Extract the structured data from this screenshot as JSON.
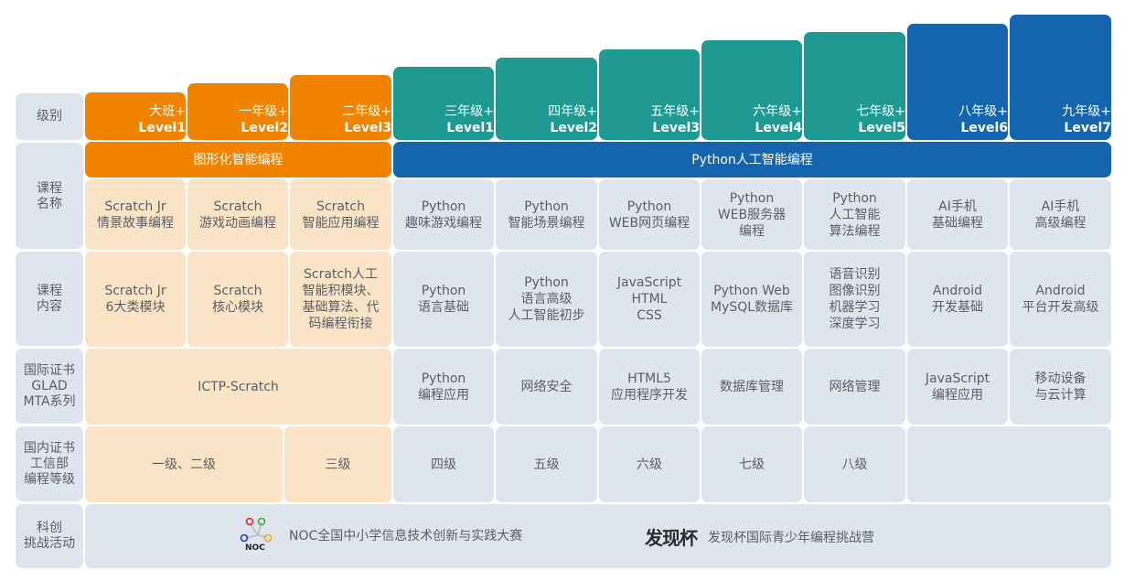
{
  "colors": {
    "orange": "#f08300",
    "teal": "#1f9a93",
    "blue": "#1565ae",
    "peach": "#fbe3c6",
    "grey": "#dfe5ef"
  },
  "row_headers": {
    "level": "级别",
    "course_name": "课程\n名称",
    "course_content": "课程\n内容",
    "intl_cert": "国际证书\nGLAD\nMTA系列",
    "domestic_cert": "国内证书\n工信部\n编程等级",
    "activities": "科创\n挑战活动"
  },
  "levels": [
    {
      "grade": "大班+",
      "level": "Level1",
      "color": "orange"
    },
    {
      "grade": "一年级+",
      "level": "Level2",
      "color": "orange"
    },
    {
      "grade": "二年级+",
      "level": "Level3",
      "color": "orange"
    },
    {
      "grade": "三年级+",
      "level": "Level1",
      "color": "teal"
    },
    {
      "grade": "四年级+",
      "level": "Level2",
      "color": "teal"
    },
    {
      "grade": "五年级+",
      "level": "Level3",
      "color": "teal"
    },
    {
      "grade": "六年级+",
      "level": "Level4",
      "color": "teal"
    },
    {
      "grade": "七年级+",
      "level": "Level5",
      "color": "teal"
    },
    {
      "grade": "八年级+",
      "level": "Level6",
      "color": "blue"
    },
    {
      "grade": "九年级+",
      "level": "Level7",
      "color": "blue"
    }
  ],
  "bands": {
    "graphical": "图形化智能编程",
    "python": "Python人工智能编程"
  },
  "course_names": [
    "Scratch Jr\n情景故事编程",
    "Scratch\n游戏动画编程",
    "Scratch\n智能应用编程",
    "Python\n趣味游戏编程",
    "Python\n智能场景编程",
    "Python\nWEB网页编程",
    "Python\nWEB服务器\n编程",
    "Python\n人工智能\n算法编程",
    "AI手机\n基础编程",
    "AI手机\n高级编程"
  ],
  "course_contents": [
    "Scratch Jr\n6大类模块",
    "Scratch\n核心模块",
    "Scratch人工\n智能积模块、\n基础算法、代\n码编程衔接",
    "Python\n语言基础",
    "Python\n语言高级\n人工智能初步",
    "JavaScript\nHTML\nCSS",
    "Python Web\nMySQL数据库",
    "语音识别\n图像识别\n机器学习\n深度学习",
    "Android\n开发基础",
    "Android\n平台开发高级"
  ],
  "intl_certs": {
    "scratch_span": "ICTP-Scratch",
    "items": [
      "Python\n编程应用",
      "网络安全",
      "HTML5\n应用程序开发",
      "数据库管理",
      "网络管理",
      "JavaScript\n编程应用",
      "移动设备\n与云计算"
    ]
  },
  "domestic_certs": {
    "level12": "一级、二级",
    "level3": "三级",
    "items": [
      "四级",
      "五级",
      "六级",
      "七级",
      "八级"
    ],
    "empty": ""
  },
  "activities": {
    "noc_logo_text": "NOC",
    "noc_label": "NOC全国中小学信息技术创新与实践大赛",
    "fxb_logo_text": "发现杯",
    "fxb_label": "发现杯国际青少年编程挑战营"
  }
}
